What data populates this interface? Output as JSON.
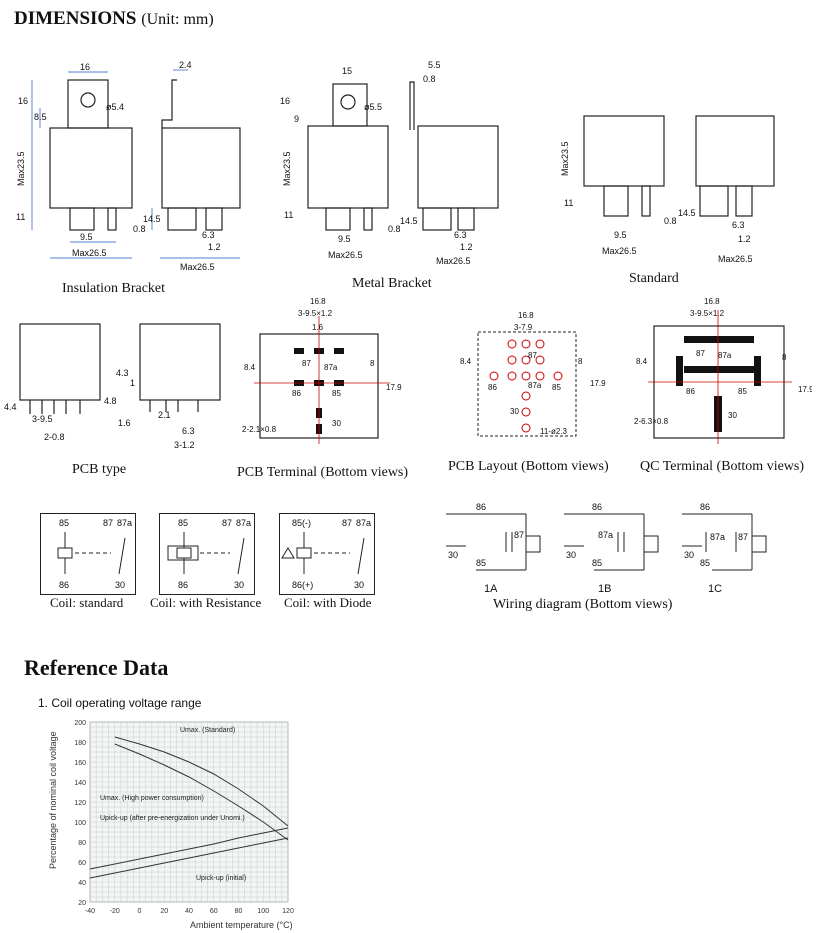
{
  "header": {
    "title": "DIMENSIONS",
    "unit": "(Unit: mm)"
  },
  "captions": {
    "insulation": "Insulation Bracket",
    "metal": "Metal Bracket",
    "standard": "Standard",
    "pcb_type": "PCB type",
    "pcb_terminal": "PCB Terminal (Bottom views)",
    "pcb_layout": "PCB Layout (Bottom views)",
    "qc_terminal": "QC Terminal (Bottom views)",
    "coil_standard": "Coil: standard",
    "coil_resistance": "Coil: with Resistance",
    "coil_diode": "Coil: with Diode",
    "wiring": "Wiring diagram (Bottom views)"
  },
  "dims": {
    "w16": "16",
    "w2_4": "2.4",
    "h16": "16",
    "h8_5": "8.5",
    "d5_4": "ø5.4",
    "max23_5": "Max23.5",
    "h11": "11",
    "w9_5": "9.5",
    "w0_8": "0.8",
    "max26_5": "Max26.5",
    "h14_5": "14.5",
    "w6_3": "6.3",
    "w1_2": "1.2",
    "w15": "15",
    "w5_5": "5.5",
    "d5_5": "ø5.5",
    "h9": "9",
    "h4_4": "4.4",
    "h4_3": "4.3",
    "h1": "1",
    "h4_8": "4.8",
    "w3_9_5": "3-9.5",
    "w2_0_8": "2-0.8",
    "w1_6": "1.6",
    "w2_1": "2.1",
    "w3_1_2": "3-1.2",
    "w16_8": "16.8",
    "w3_9_5x1_2": "3-9.5×1.2",
    "h8_4": "8.4",
    "h8": "8",
    "h17_9": "17.9",
    "h2_2_1x0_8": "2-2.1×0.8",
    "w3_7_9": "3-7.9",
    "d11": "11-ø2.3",
    "h2_6_3x0_8": "2-6.3×0.8"
  },
  "pins": {
    "p85": "85",
    "p87": "87",
    "p87a": "87a",
    "p86": "86",
    "p30": "30",
    "p85m": "85(-)",
    "p86p": "86(+)"
  },
  "wiring": {
    "w1a": "1A",
    "w1b": "1B",
    "w1c": "1C"
  },
  "reference": {
    "title": "Reference Data",
    "subtitle": "1. Coil operating voltage range"
  },
  "chart_data": {
    "type": "line",
    "title": "",
    "xlabel": "Ambient temperature (°C)",
    "ylabel": "Percentage of nominal coil voltage",
    "xlim": [
      -40,
      120
    ],
    "ylim": [
      20,
      200
    ],
    "xticks": [
      -40,
      -20,
      0,
      20,
      40,
      60,
      80,
      100,
      120
    ],
    "yticks": [
      20,
      40,
      60,
      80,
      100,
      120,
      140,
      160,
      180,
      200
    ],
    "series": [
      {
        "name": "Umax. (Standard)",
        "x": [
          -20,
          0,
          20,
          40,
          60,
          80,
          100,
          120
        ],
        "y": [
          185,
          178,
          170,
          160,
          148,
          133,
          116,
          96
        ]
      },
      {
        "name": "Umax. (High power consumption)",
        "x": [
          -20,
          0,
          20,
          40,
          60,
          80,
          100,
          120
        ],
        "y": [
          178,
          168,
          157,
          145,
          131,
          116,
          100,
          82
        ]
      },
      {
        "name": "Upick-up (after pre-energization under Unomi.)",
        "x": [
          -40,
          -20,
          0,
          20,
          40,
          60,
          80,
          100,
          120
        ],
        "y": [
          53,
          58,
          63,
          68,
          73,
          78,
          84,
          89,
          94
        ]
      },
      {
        "name": "Upick-up (initial)",
        "x": [
          -40,
          -20,
          0,
          20,
          40,
          60,
          80,
          100,
          120
        ],
        "y": [
          44,
          49,
          54,
          59,
          64,
          69,
          74,
          79,
          84
        ]
      }
    ],
    "labels": [
      "Umax. (Standard)",
      "Umax. (High power consumption)",
      "Upick-up (after pre-energization under Unomi.)",
      "Upick-up (initial)"
    ],
    "grid": true
  }
}
